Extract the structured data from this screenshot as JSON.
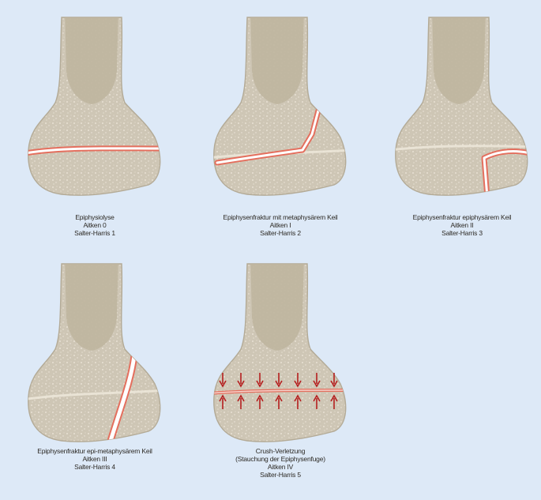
{
  "diagram": {
    "panels": [
      {
        "id": "epiphysiolyse",
        "lines": [
          "Epiphysiolyse",
          "Aitken 0",
          "Salter-Harris 1"
        ]
      },
      {
        "id": "aitken-1",
        "lines": [
          "Epiphysenfraktur mit metaphysärem Keil",
          "Aitken I",
          "Salter-Harris 2"
        ]
      },
      {
        "id": "aitken-2",
        "lines": [
          "Epiphysenfraktur epiphysärem Keil",
          "Aitken II",
          "Salter-Harris 3"
        ]
      },
      {
        "id": "aitken-3",
        "lines": [
          "Epiphysenfraktur epi-metaphysärem Keil",
          "Aitken III",
          "Salter-Harris 4"
        ]
      },
      {
        "id": "aitken-4",
        "lines": [
          "Crush-Verletzung",
          "(Stauchung der Epiphysenfuge)",
          "Aitken IV",
          "Salter-Harris 5"
        ]
      }
    ]
  },
  "colors": {
    "background": "#dde9f7",
    "bone_fill": "#cec6b5",
    "bone_outline": "#b3aa96",
    "marrow": "#bfb59e",
    "fracture": "#e46f5e",
    "arrow": "#b51f1f"
  }
}
